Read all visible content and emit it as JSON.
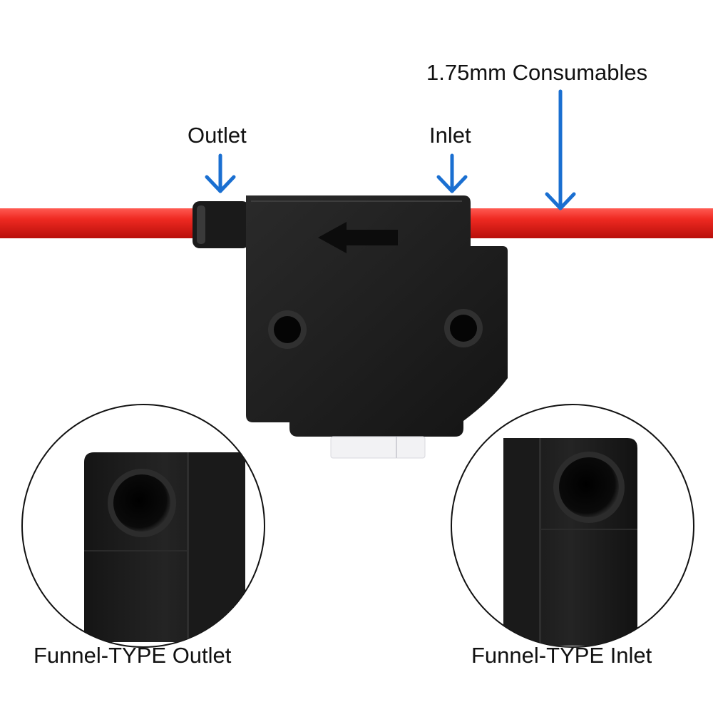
{
  "labels": {
    "consumables": "1.75mm Consumables",
    "outlet": "Outlet",
    "inlet": "Inlet"
  },
  "captions": {
    "left": "Funnel-TYPE Outlet",
    "right": "Funnel-TYPE Inlet"
  },
  "colors": {
    "filament": "#e8221b",
    "arrow": "#1a6fd1",
    "body": "#1c1c1c",
    "background": "#ffffff"
  },
  "icons": {
    "pointer": "down-arrow-icon",
    "direction": "left-arrow-icon"
  }
}
